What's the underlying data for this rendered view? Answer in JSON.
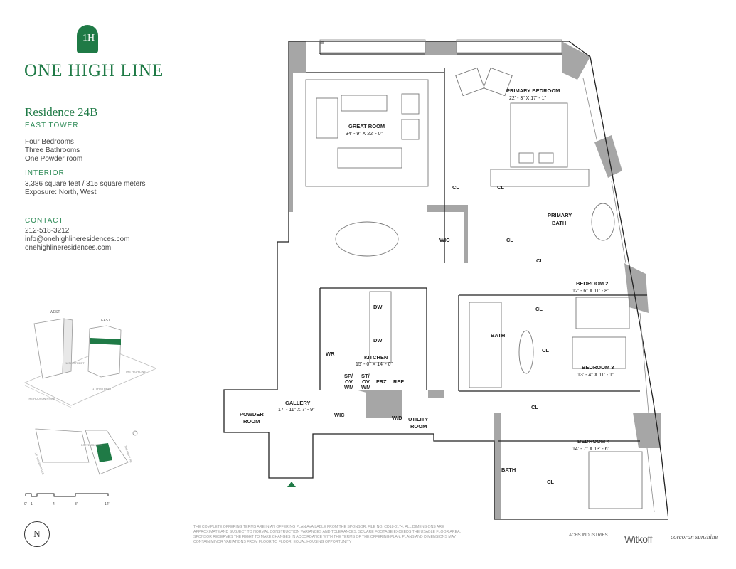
{
  "brand": {
    "name": "ONE HIGH LINE",
    "monogram": "1H"
  },
  "residence": {
    "title": "Residence 24B",
    "tower": "EAST TOWER",
    "rooms": [
      "Four Bedrooms",
      "Three Bathrooms",
      "One Powder room"
    ],
    "interior_heading": "INTERIOR",
    "area": "3,386 square feet / 315 square meters",
    "exposure": "Exposure: North, West"
  },
  "contact": {
    "heading": "CONTACT",
    "phone": "212-518-3212",
    "email": "info@onehighlineresidences.com",
    "website": "onehighlineresidences.com"
  },
  "map": {
    "west": "WEST",
    "east": "EAST",
    "street_a": "18TH STREET",
    "street_b": "17TH STREET",
    "high_line": "THE HIGH LINE",
    "bridge": "THE HUDSON RIVER",
    "site_a": "THE HUDSON RIVER",
    "site_b": "THE HIGH LINE",
    "site_c": "PORTE COCHERE"
  },
  "scale": [
    "0'",
    "1'",
    "4'",
    "8'",
    "12'"
  ],
  "compass": "N",
  "plan": {
    "great_room": {
      "name": "GREAT ROOM",
      "dims": "34' - 9\" X 22' - 0\""
    },
    "primary_bedroom": {
      "name": "PRIMARY BEDROOM",
      "dims": "22' - 3\" X 17' - 1\""
    },
    "primary_bath": {
      "name": "PRIMARY",
      "name2": "BATH"
    },
    "bedroom2": {
      "name": "BEDROOM 2",
      "dims": "12' - 6\" X 11' - 8\""
    },
    "bedroom3": {
      "name": "BEDROOM 3",
      "dims": "13' - 4\" X 11' - 1\""
    },
    "bedroom4": {
      "name": "BEDROOM 4",
      "dims": "14' - 7\" X 13' - 6\""
    },
    "kitchen": {
      "name": "KITCHEN",
      "dims": "15' - 0\" X 14' - 0\""
    },
    "gallery": {
      "name": "GALLERY",
      "dims": "17' - 11\" X 7' - 9\""
    },
    "powder": {
      "name": "POWDER",
      "name2": "ROOM"
    },
    "utility": {
      "name": "UTILITY",
      "name2": "ROOM"
    },
    "labels": {
      "cl": "CL",
      "wic": "WIC",
      "bath": "BATH",
      "dw": "DW",
      "wr": "WR",
      "sp": "SP/",
      "ov": "OV",
      "wm": "WM",
      "st": "ST/",
      "frz": "FRZ",
      "ref": "REF",
      "wd": "W/D"
    }
  },
  "disclaimer": "THE COMPLETE OFFERING TERMS ARE IN AN OFFERING PLAN AVAILABLE FROM THE SPONSOR. FILE NO. CD18-0174. ALL DIMENSIONS ARE APPROXIMATE AND SUBJECT TO NORMAL CONSTRUCTION VARIANCES AND TOLERANCES. SQUARE FOOTAGE EXCEEDS THE USABLE FLOOR AREA. SPONSOR RESERVES THE RIGHT TO MAKE CHANGES IN ACCORDANCE WITH THE TERMS OF THE OFFERING PLAN. PLANS AND DIMENSIONS MAY CONTAIN MINOR VARIATIONS FROM FLOOR TO FLOOR. EQUAL HOUSING OPPORTUNITY",
  "partners": [
    "ACHS INDUSTRIES",
    "Witkoff",
    "corcoran sunshine"
  ],
  "colors": {
    "brand_green": "#1f7a46",
    "wall_gray": "#a6a6a6"
  }
}
